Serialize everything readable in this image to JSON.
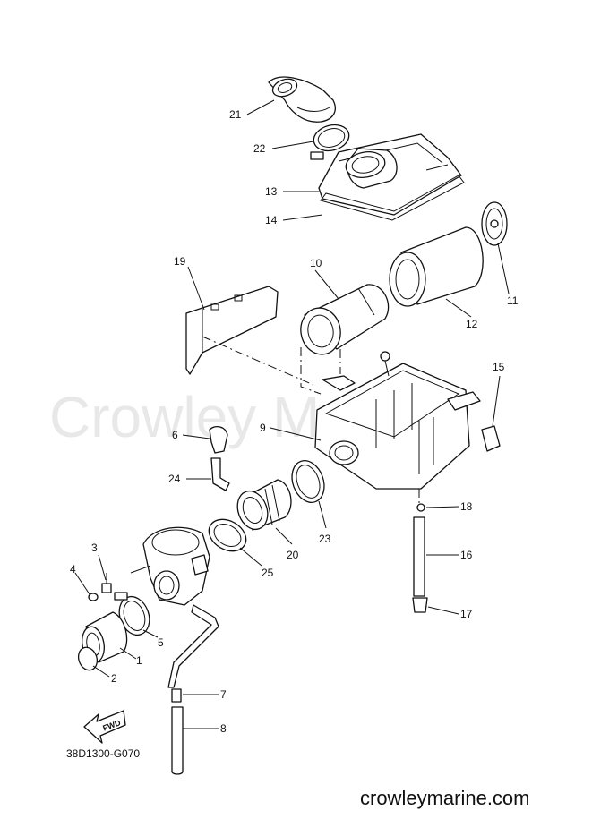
{
  "watermark": "Crowley Marine",
  "footer_site": "crowleymarine.com",
  "drawing_code": "38D1300-G070",
  "fwd_label": "FWD",
  "callouts": {
    "c1": "1",
    "c2": "2",
    "c3": "3",
    "c4": "4",
    "c5": "5",
    "c6": "6",
    "c7": "7",
    "c8": "8",
    "c9": "9",
    "c10": "10",
    "c11": "11",
    "c12": "12",
    "c13": "13",
    "c14": "14",
    "c15": "15",
    "c16": "16",
    "c17": "17",
    "c18": "18",
    "c19": "19",
    "c20": "20",
    "c21": "21",
    "c22": "22",
    "c23": "23",
    "c24": "24",
    "c25": "25"
  }
}
